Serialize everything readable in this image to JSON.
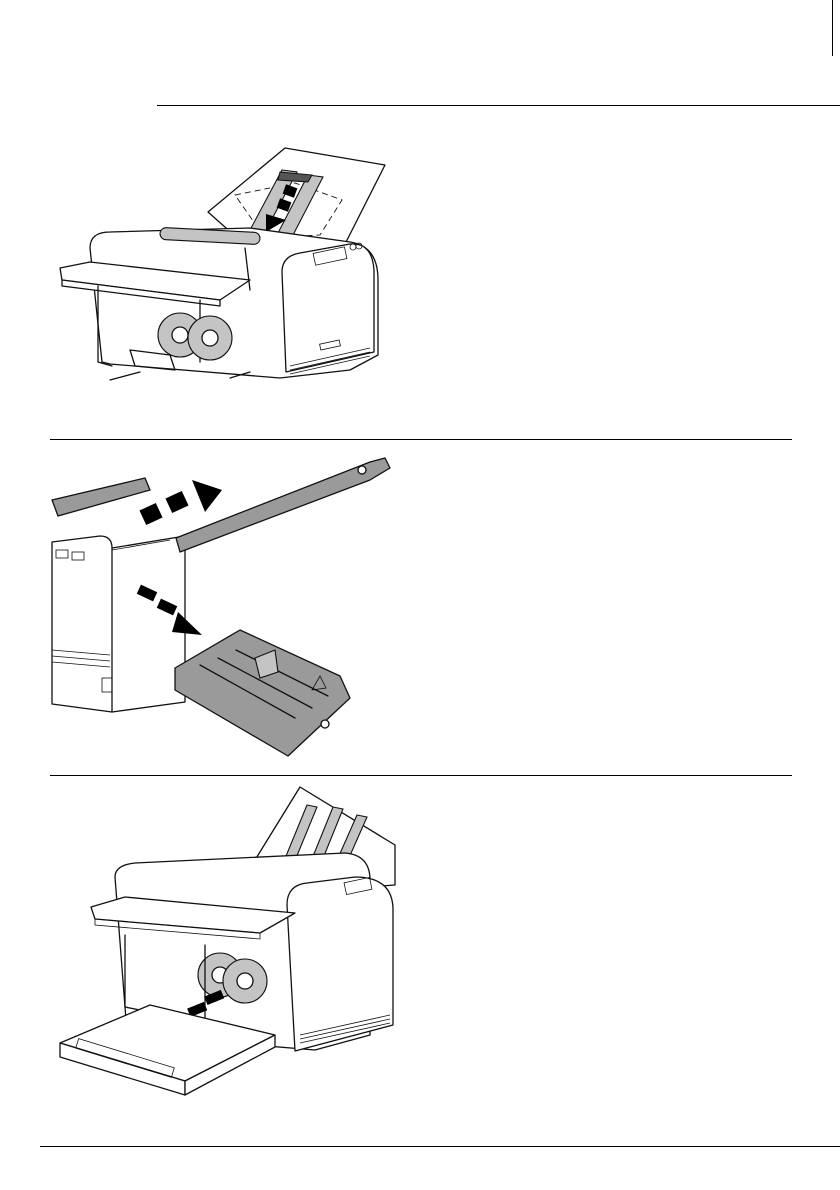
{
  "page": {
    "figures": [
      {
        "id": "fig-1",
        "icon": "paper-feed-direction-illustration"
      },
      {
        "id": "fig-2",
        "icon": "remove-feed-tray-illustration"
      },
      {
        "id": "fig-3",
        "icon": "pull-out-output-tray-illustration"
      }
    ]
  }
}
